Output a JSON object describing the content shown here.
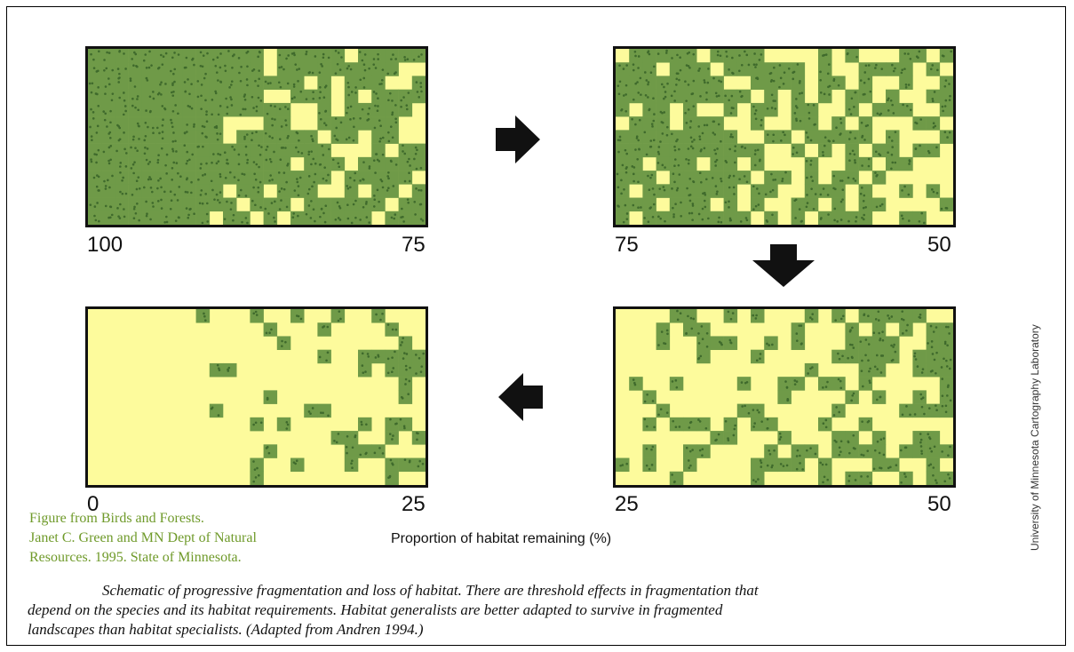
{
  "panels": [
    {
      "left_label": "100",
      "right_label": "75",
      "habitat_fraction": 0.875
    },
    {
      "left_label": "75",
      "right_label": "50",
      "habitat_fraction": 0.625
    },
    {
      "left_label": "25",
      "right_label": "50",
      "habitat_fraction": 0.375
    },
    {
      "left_label": "0",
      "right_label": "25",
      "habitat_fraction": 0.125
    }
  ],
  "arrows": [
    "arrow-right-icon",
    "arrow-down-icon",
    "arrow-left-icon"
  ],
  "colors": {
    "habitat": "#6f9a48",
    "habitat_dark": "#3f6a2c",
    "cleared": "#fdfb9c",
    "credit_text": "#6f9a2a"
  },
  "credit": {
    "line1": "Figure from Birds and Forests.",
    "line2": "Janet C. Green and MN Dept of Natural",
    "line3": "Resources. 1995. State of Minnesota."
  },
  "xaxis_title": "Proportion of habitat remaining (%)",
  "side_credit": "University of Minnesota Cartography Laboratory",
  "caption": {
    "line1": "Schematic of progressive fragmentation and loss of habitat. There are threshold effects in fragmentation that",
    "line2": "depend on the species and its habitat requirements. Habitat generalists are better adapted to survive in fragmented",
    "line3": "landscapes than habitat specialists. (Adapted from Andren 1994.)"
  }
}
